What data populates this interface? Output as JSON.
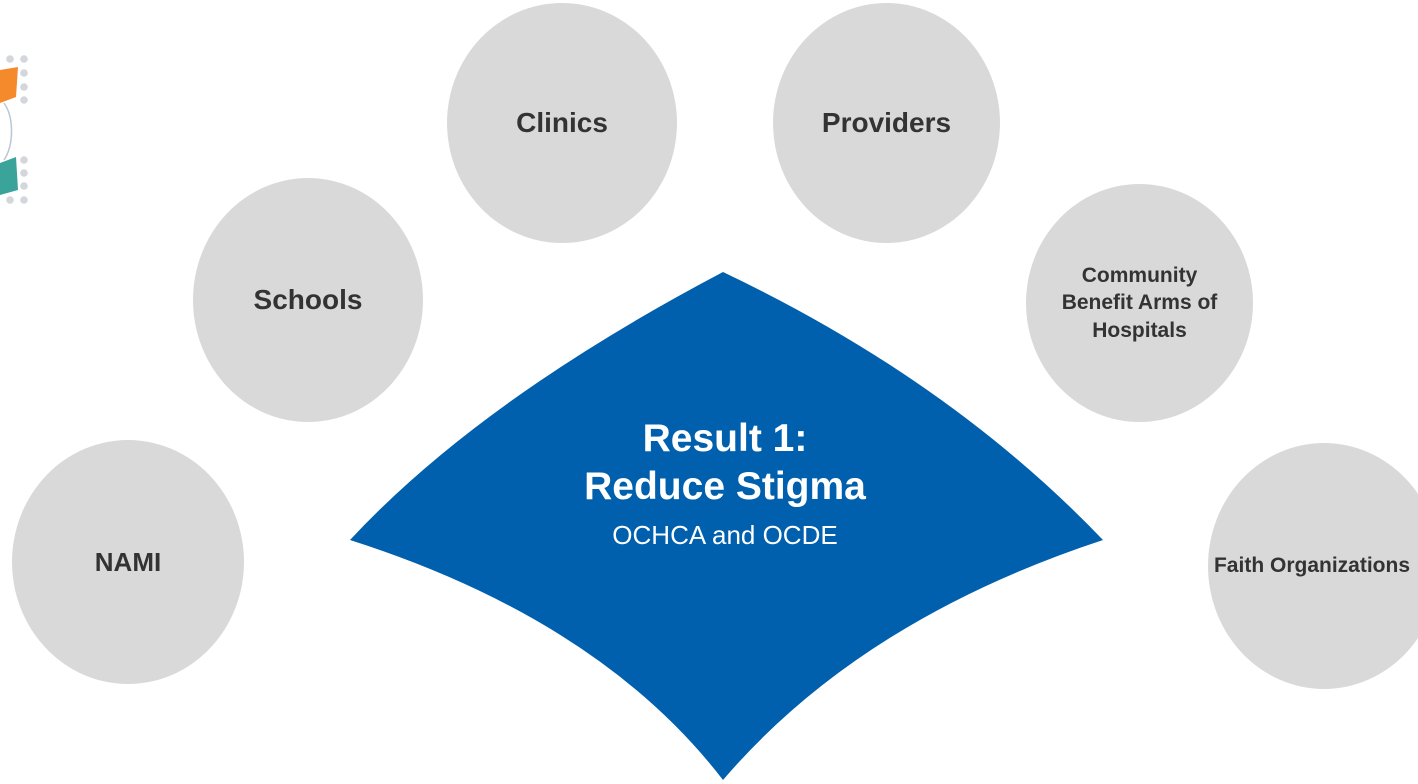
{
  "center": {
    "title": "Result 1:\nReduce Stigma",
    "subtitle": "OCHCA and OCDE",
    "color": "#0060ae"
  },
  "partners": [
    {
      "label": "Clinics"
    },
    {
      "label": "Providers"
    },
    {
      "label": "Schools"
    },
    {
      "label": "Community Benefit Arms of Hospitals"
    },
    {
      "label": "NAMI"
    },
    {
      "label": "Faith Organizations"
    }
  ],
  "colors": {
    "circle": "#d9d9d9",
    "text": "#333333",
    "logo_orange": "#f58a2d",
    "logo_teal": "#3aa39a"
  },
  "logo": {
    "icon": "hexagon-dots-logo-icon"
  }
}
